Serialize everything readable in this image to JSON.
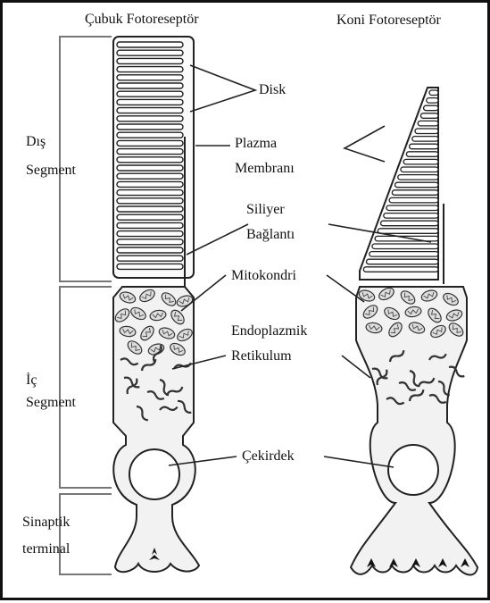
{
  "titles": {
    "rod": "Çubuk Fotoreseptör",
    "cone": "Koni Fotoreseptör"
  },
  "segments": {
    "outer_line1": "Dış",
    "outer_line2": "Segment",
    "inner_line1": "İç",
    "inner_line2": "Segment",
    "synaptic_line1": "Sinaptik",
    "synaptic_line2": "terminal"
  },
  "labels": {
    "disk": "Disk",
    "plasma_line1": "Plazma",
    "plasma_line2": "Membranı",
    "cilium_line1": "Siliyer",
    "cilium_line2": "Bağlantı",
    "mitochondria": "Mitokondri",
    "er_line1": "Endoplazmik",
    "er_line2": "Retikulum",
    "nucleus": "Çekirdek"
  },
  "colors": {
    "line": "#222222",
    "fill": "#f3f3f3",
    "organelle": "#777777"
  }
}
